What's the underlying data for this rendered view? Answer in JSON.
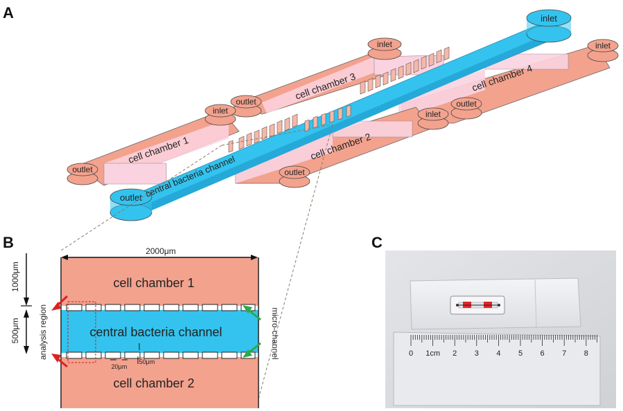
{
  "panels": {
    "a": "A",
    "b": "B",
    "c": "C"
  },
  "colors": {
    "chamber": "#f3a28e",
    "chamber_light": "#f9c3b4",
    "channel": "#33c3ee",
    "stripe": "#fbd3e0",
    "outline": "#555555"
  },
  "panel_a": {
    "inlet_top": "inlet",
    "inlet_3": "inlet",
    "inlet_1": "inlet",
    "inlet_4": "inlet",
    "inlet_2": "inlet",
    "outlet_3": "outlet",
    "outlet_4": "outlet",
    "outlet_1": "outlet",
    "outlet_2": "outlet",
    "outlet_bottom": "outlet",
    "chamber_1": "cell chamber 1",
    "chamber_2": "cell chamber 2",
    "chamber_3": "cell chamber 3",
    "chamber_4": "cell chamber 4",
    "channel": "central bacteria channel"
  },
  "panel_b": {
    "width_label": "2000μm",
    "height_top": "1000μm",
    "height_mid": "500μm",
    "chamber_1": "cell chamber 1",
    "chamber_2": "cell chamber 2",
    "channel": "central bacteria channel",
    "gap": "20μm",
    "spacing": "50μm",
    "analysis": "analysis region",
    "micro": "micro-channel"
  },
  "panel_c": {
    "ruler_ticks": [
      "0",
      "1cm",
      "2",
      "3",
      "4",
      "5",
      "6",
      "7",
      "8"
    ]
  }
}
